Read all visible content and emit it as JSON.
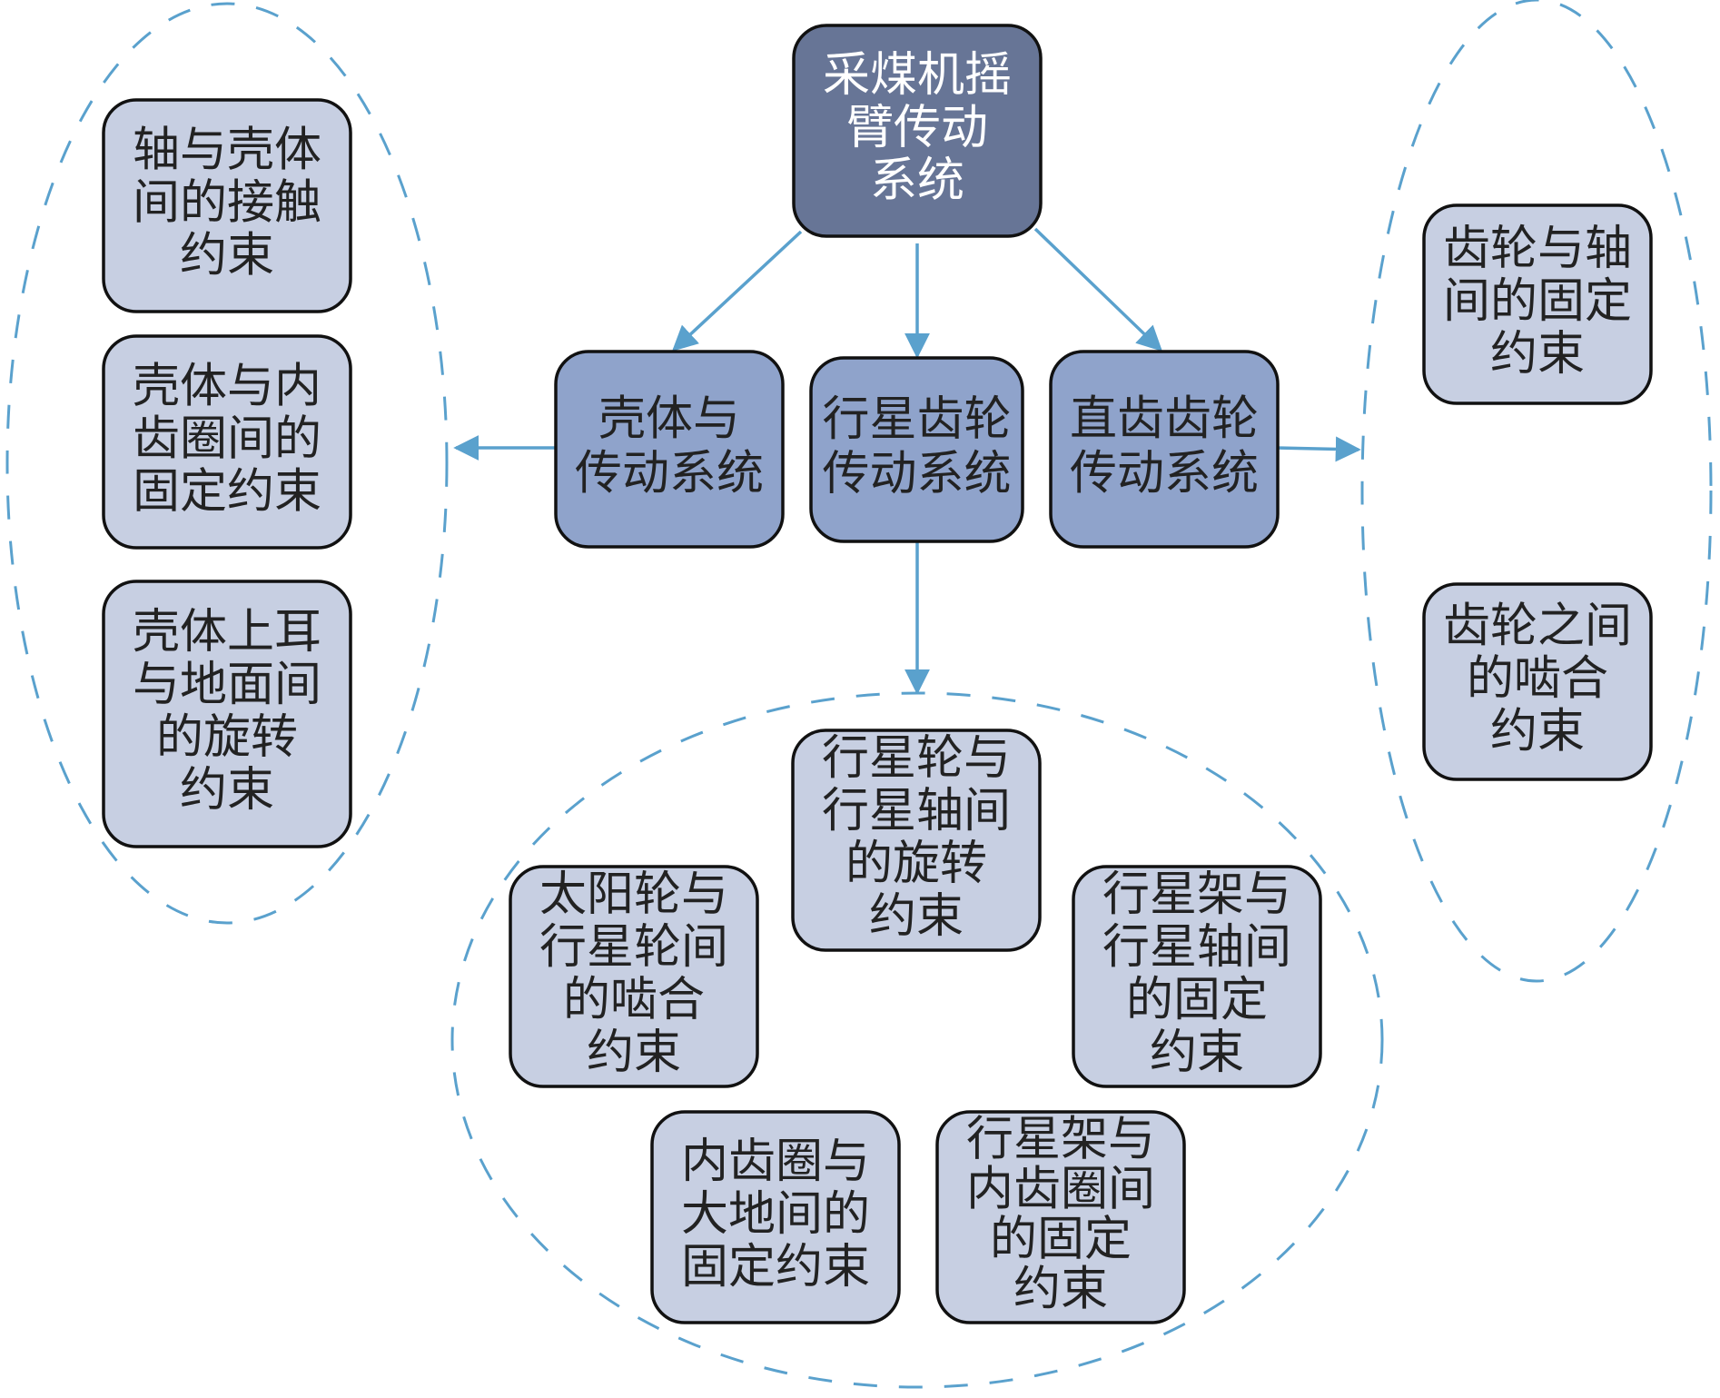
{
  "colors": {
    "root_fill": "#677596",
    "root_text": "#ffffff",
    "subsystem_fill": "#8fa3cb",
    "leaf_fill": "#c7cfe2",
    "node_text": "#222222",
    "arrow": "#5aa1cd",
    "dashed_outline": "#5aa1cd"
  },
  "root": {
    "lines": [
      "采煤机摇",
      "臂传动",
      "系统"
    ]
  },
  "subsystems": [
    {
      "id": "housing",
      "lines": [
        "壳体与",
        "传动系统"
      ]
    },
    {
      "id": "planetary",
      "lines": [
        "行星齿轮",
        "传动系统"
      ]
    },
    {
      "id": "spur",
      "lines": [
        "直齿齿轮",
        "传动系统"
      ]
    }
  ],
  "groups": {
    "housing_constraints": [
      {
        "lines": [
          "轴与壳体",
          "间的接触",
          "约束"
        ]
      },
      {
        "lines": [
          "壳体与内",
          "齿圈间的",
          "固定约束"
        ]
      },
      {
        "lines": [
          "壳体上耳",
          "与地面间",
          "的旋转",
          "约束"
        ]
      }
    ],
    "spur_constraints": [
      {
        "lines": [
          "齿轮与轴",
          "间的固定",
          "约束"
        ]
      },
      {
        "lines": [
          "齿轮之间",
          "的啮合",
          "约束"
        ]
      }
    ],
    "planetary_constraints": [
      {
        "lines": [
          "行星轮与",
          "行星轴间",
          "的旋转",
          "约束"
        ]
      },
      {
        "lines": [
          "太阳轮与",
          "行星轮间",
          "的啮合",
          "约束"
        ]
      },
      {
        "lines": [
          "行星架与",
          "行星轴间",
          "的固定",
          "约束"
        ]
      },
      {
        "lines": [
          "内齿圈与",
          "大地间的",
          "固定约束"
        ]
      },
      {
        "lines": [
          "行星架与",
          "内齿圈间",
          "的固定",
          "约束"
        ]
      }
    ]
  }
}
